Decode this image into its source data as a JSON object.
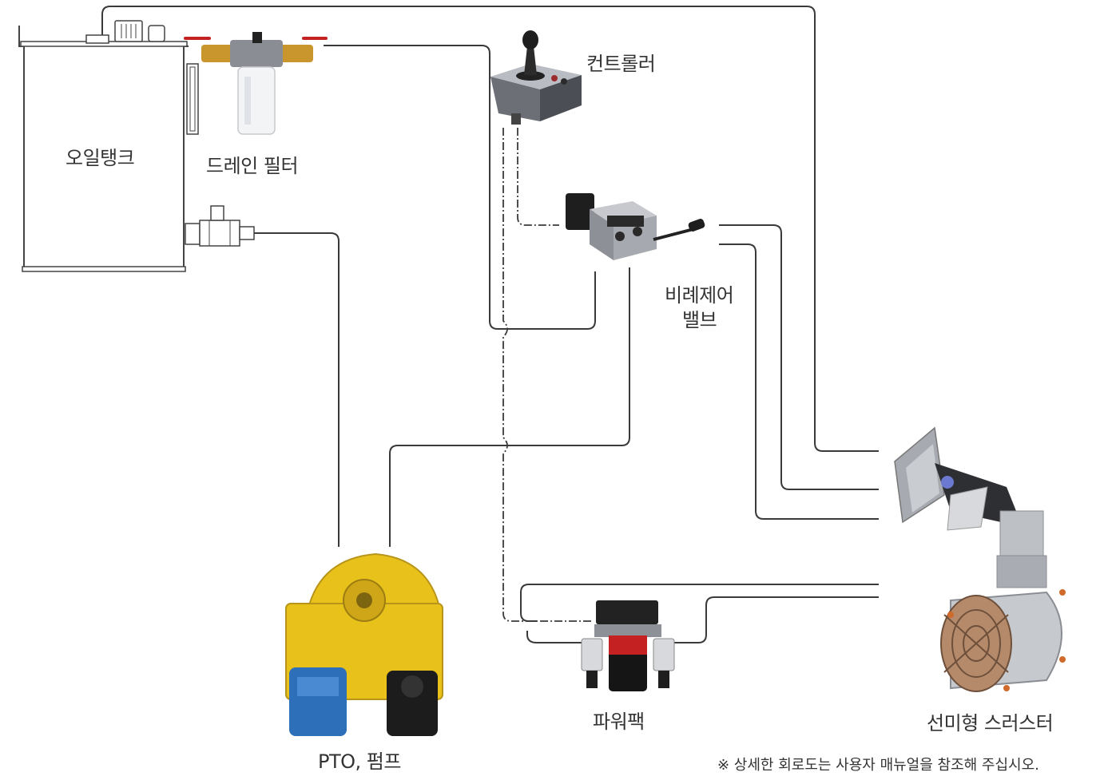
{
  "labels": {
    "oil_tank": "오일탱크",
    "drain_filter": "드레인 필터",
    "controller": "컨트롤러",
    "proportional_valve_line1": "비례제어",
    "proportional_valve_line2": "밸브",
    "pto_pump": "PTO, 펌프",
    "power_pack": "파워팩",
    "thruster": "선미형 스러스터"
  },
  "footnote": "※ 상세한 회로도는 사용자 매뉴얼을 참조해 주십시오.",
  "colors": {
    "line": "#3a3a3a",
    "pump_yellow": "#e8c21a",
    "pump_blue": "#2d6fb8",
    "steel": "#b9bcc2",
    "valve_red": "#c42222",
    "brass": "#c9962e"
  }
}
